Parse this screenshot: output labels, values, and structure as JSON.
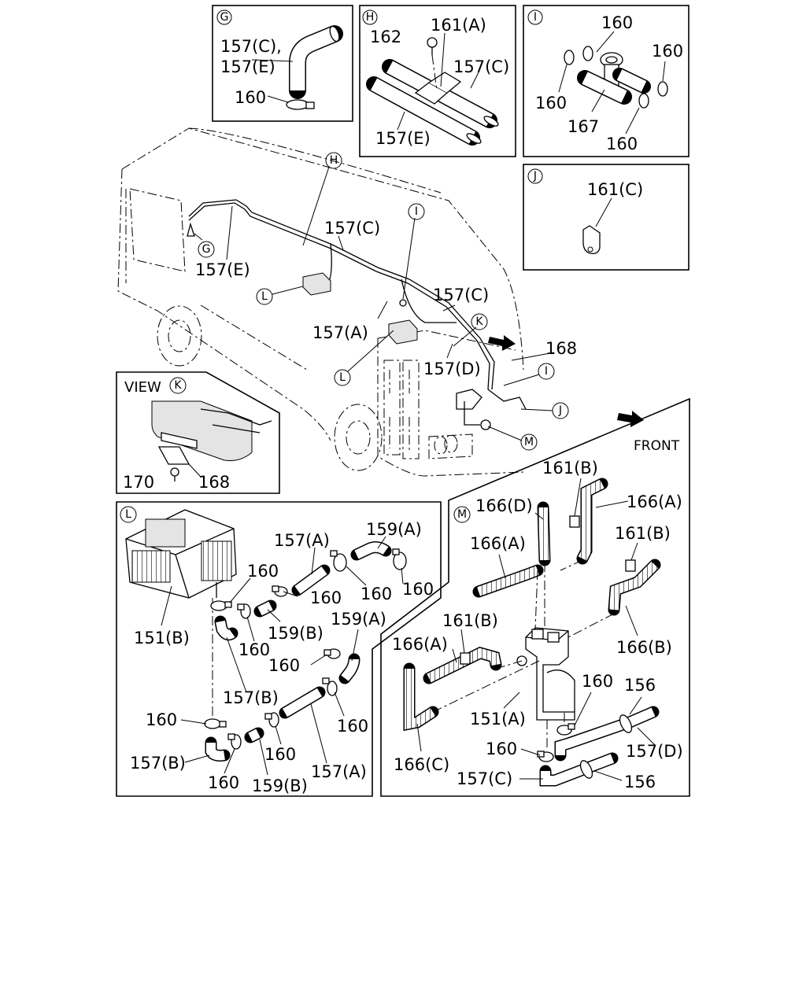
{
  "callouts": {
    "G": "G",
    "H": "H",
    "I": "I",
    "J": "J",
    "K": "K",
    "L": "L",
    "M": "M"
  },
  "panel_g": {
    "labels": [
      "157(C),",
      "157(E)",
      "160"
    ]
  },
  "panel_h": {
    "labels": [
      "162",
      "161(A)",
      "157(C)",
      "157(E)"
    ]
  },
  "panel_i": {
    "labels": [
      "160",
      "160",
      "160",
      "167",
      "160"
    ]
  },
  "panel_j": {
    "labels": [
      "161(C)"
    ]
  },
  "main_view": {
    "labels": [
      "157(C)",
      "157(E)",
      "157(C)",
      "157(A)",
      "157(D)",
      "168"
    ]
  },
  "view_k": {
    "title": "VIEW",
    "labels": [
      "170",
      "168"
    ]
  },
  "panel_l": {
    "labels": [
      "157(A)",
      "159(A)",
      "160",
      "160",
      "160",
      "160",
      "151(B)",
      "160",
      "159(B)",
      "159(A)",
      "160",
      "157(B)",
      "160",
      "160",
      "157(B)",
      "160",
      "160",
      "159(B)",
      "157(A)"
    ]
  },
  "panel_m": {
    "front": "FRONT",
    "labels": [
      "161(B)",
      "166(D)",
      "166(A)",
      "166(A)",
      "161(B)",
      "161(B)",
      "166(A)",
      "166(B)",
      "160",
      "156",
      "151(A)",
      "157(D)",
      "160",
      "166(C)",
      "157(C)",
      "156"
    ]
  },
  "icon_names": [
    "front-arrow-icon",
    "callout-circle-icon"
  ]
}
